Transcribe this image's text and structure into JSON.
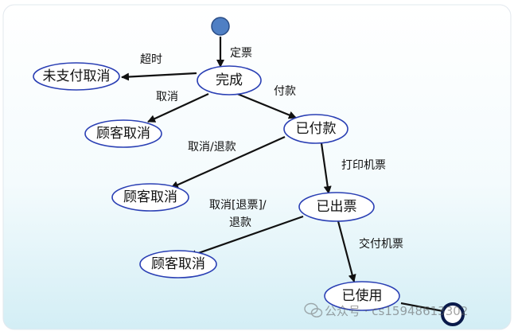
{
  "states": {
    "completed": "完成",
    "unpaid_cancel": "未支付取消",
    "customer_cancel_1": "顾客取消",
    "paid": "已付款",
    "customer_cancel_2": "顾客取消",
    "ticketed": "已出票",
    "customer_cancel_3": "顾客取消",
    "used": "已使用"
  },
  "transitions": {
    "book": "定票",
    "timeout": "超时",
    "cancel": "取消",
    "pay": "付款",
    "cancel_refund": "取消/退款",
    "print_ticket": "打印机票",
    "cancel_refund_ticket_line1": "取消[退票]/",
    "cancel_refund_ticket_line2": "退款",
    "deliver_ticket": "交付机票"
  },
  "watermark": {
    "text": "公众号 · cs15948613302"
  },
  "colors": {
    "state_border": "#2a3fb4",
    "initial_fill": "#4f7fc4",
    "final_ring": "#0a1a4a",
    "edge": "#111111",
    "background_top": "#ffffff",
    "background_bottom": "#d6f0f6"
  }
}
